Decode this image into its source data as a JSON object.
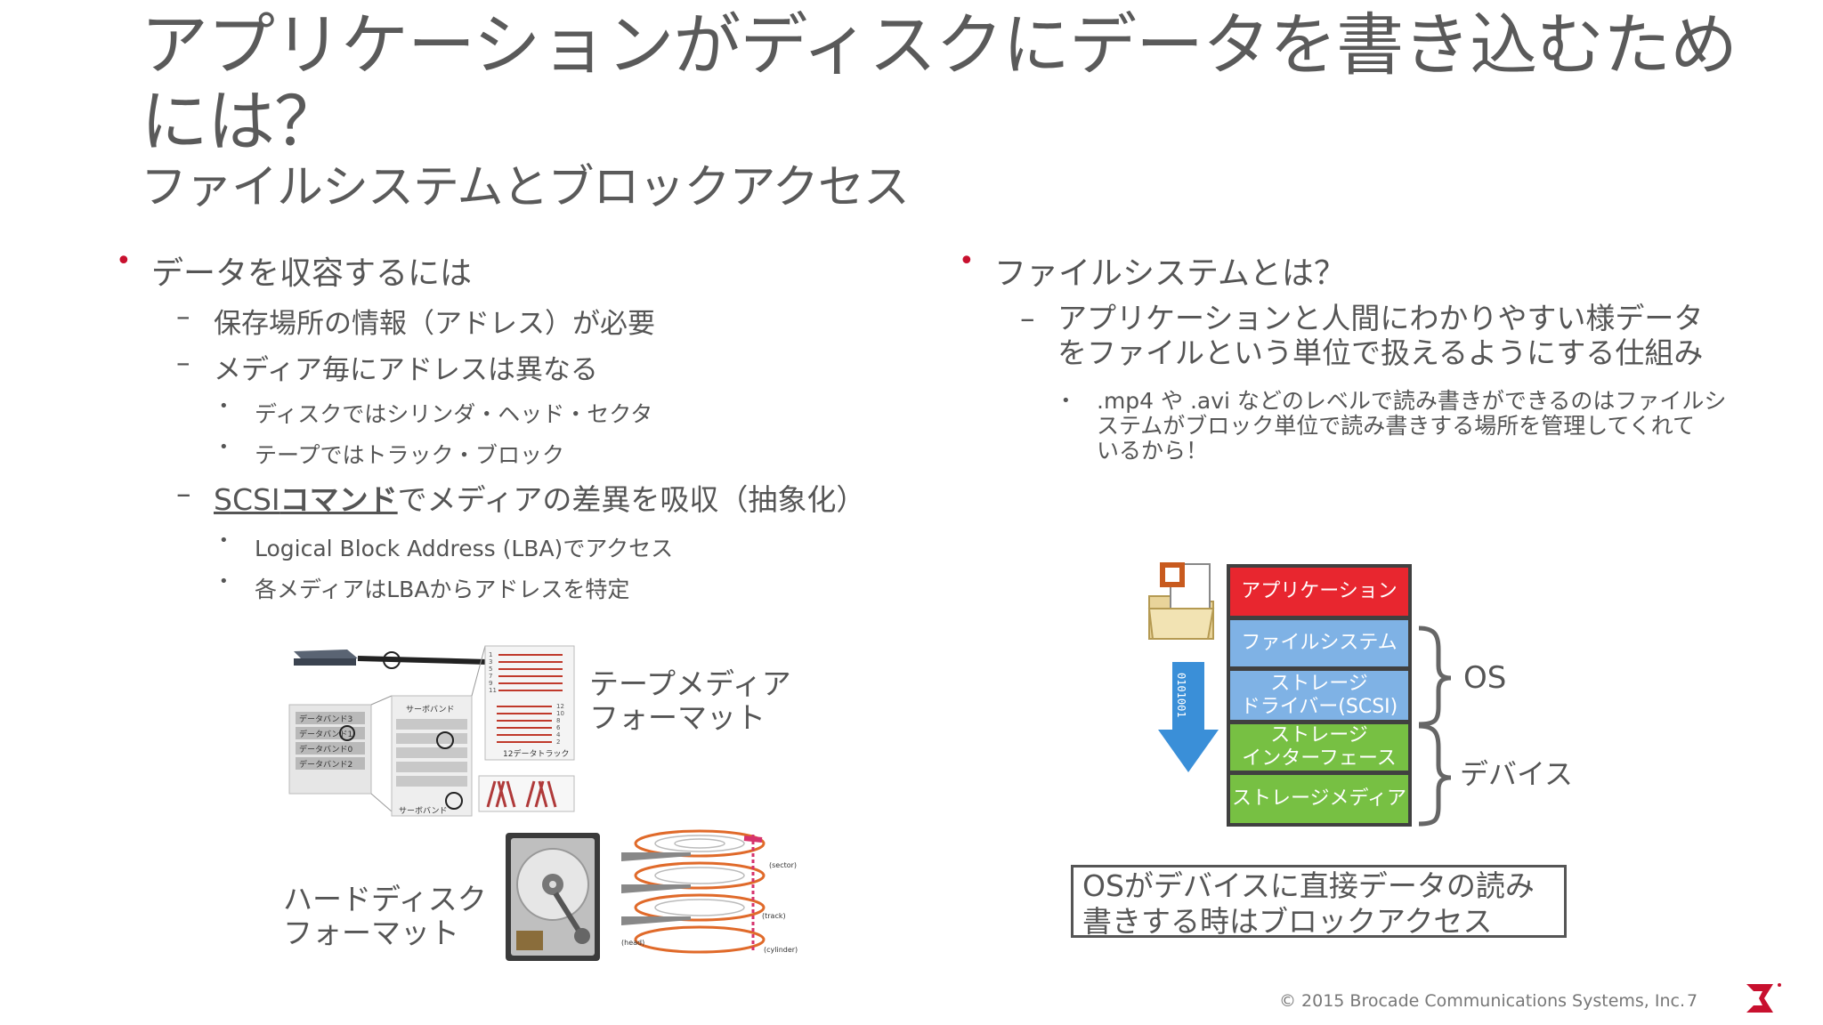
{
  "title": {
    "main": "アプリケーションがディスクにデータを書き込むためには？",
    "subtitle": "ファイルシステムとブロックアクセス"
  },
  "left": {
    "bullet": "データを収容するには",
    "items": [
      "保存場所の情報（アドレス）が必要",
      "メディア毎にアドレスは異なる"
    ],
    "sub_items": [
      "ディスクではシリンダ・ヘッド・セクタ",
      "テープではトラック・ブロック"
    ],
    "scsi_prefix": "SCSI",
    "scsi_bold": "コマンド",
    "scsi_rest": "でメディアの差異を吸収（抽象化）",
    "scsi_sub_items": [
      "Logical Block Address (LBA)でアクセス",
      "各メディアはLBAからアドレスを特定"
    ]
  },
  "right": {
    "bullet": "ファイルシステムとは？",
    "item_line1": "アプリケーションと人間にわかりやすい様データ",
    "item_line2": "をファイルという単位で扱えるようにする仕組み",
    "sub_line1": ".mp4 や .avi などのレベルで読み書きができるのはファイルシ",
    "sub_line2": "ステムがブロック単位で読み書きする場所を管理してくれて",
    "sub_line3": "いるから！"
  },
  "tape_figure": {
    "caption_line1": "テープメディア",
    "caption_line2": "フォーマット",
    "servo_band_top": "サーボバンド",
    "servo_band_bottom": "サーボバンド",
    "data_bands": [
      "データバンド3",
      "データバンド1",
      "データバンド0",
      "データバンド2"
    ],
    "tracks_label": "12データトラック",
    "left_track_numbers": [
      "1",
      "3",
      "5",
      "7",
      "9",
      "11"
    ],
    "right_track_numbers": [
      "12",
      "10",
      "8",
      "6",
      "4",
      "2"
    ]
  },
  "disk_figure": {
    "caption_line1": "ハードディスク",
    "caption_line2": "フォーマット",
    "label_sector": "(sector)",
    "label_track": "(track)",
    "label_head": "(head)",
    "label_cylinder": "(cylinder)"
  },
  "stack": {
    "layers": [
      "アプリケーション",
      "ファイルシステム",
      "ストレージ\nドライバー(SCSI)",
      "ストレージ\nインターフェース",
      "ストレージメディア"
    ],
    "colors": [
      "#e8262f",
      "#7fb2e5",
      "#7fb2e5",
      "#77c043",
      "#77c043"
    ],
    "os_label": "OS",
    "device_label": "デバイス",
    "bits": "0101001"
  },
  "note": {
    "line1": "OSがデバイスに直接データの読み",
    "line2": "書きする時はブロックアクセス"
  },
  "footer": {
    "copyright": "© 2015  Brocade Communications Systems, Inc.",
    "page": "7",
    "brand_color": "#c8102e"
  }
}
